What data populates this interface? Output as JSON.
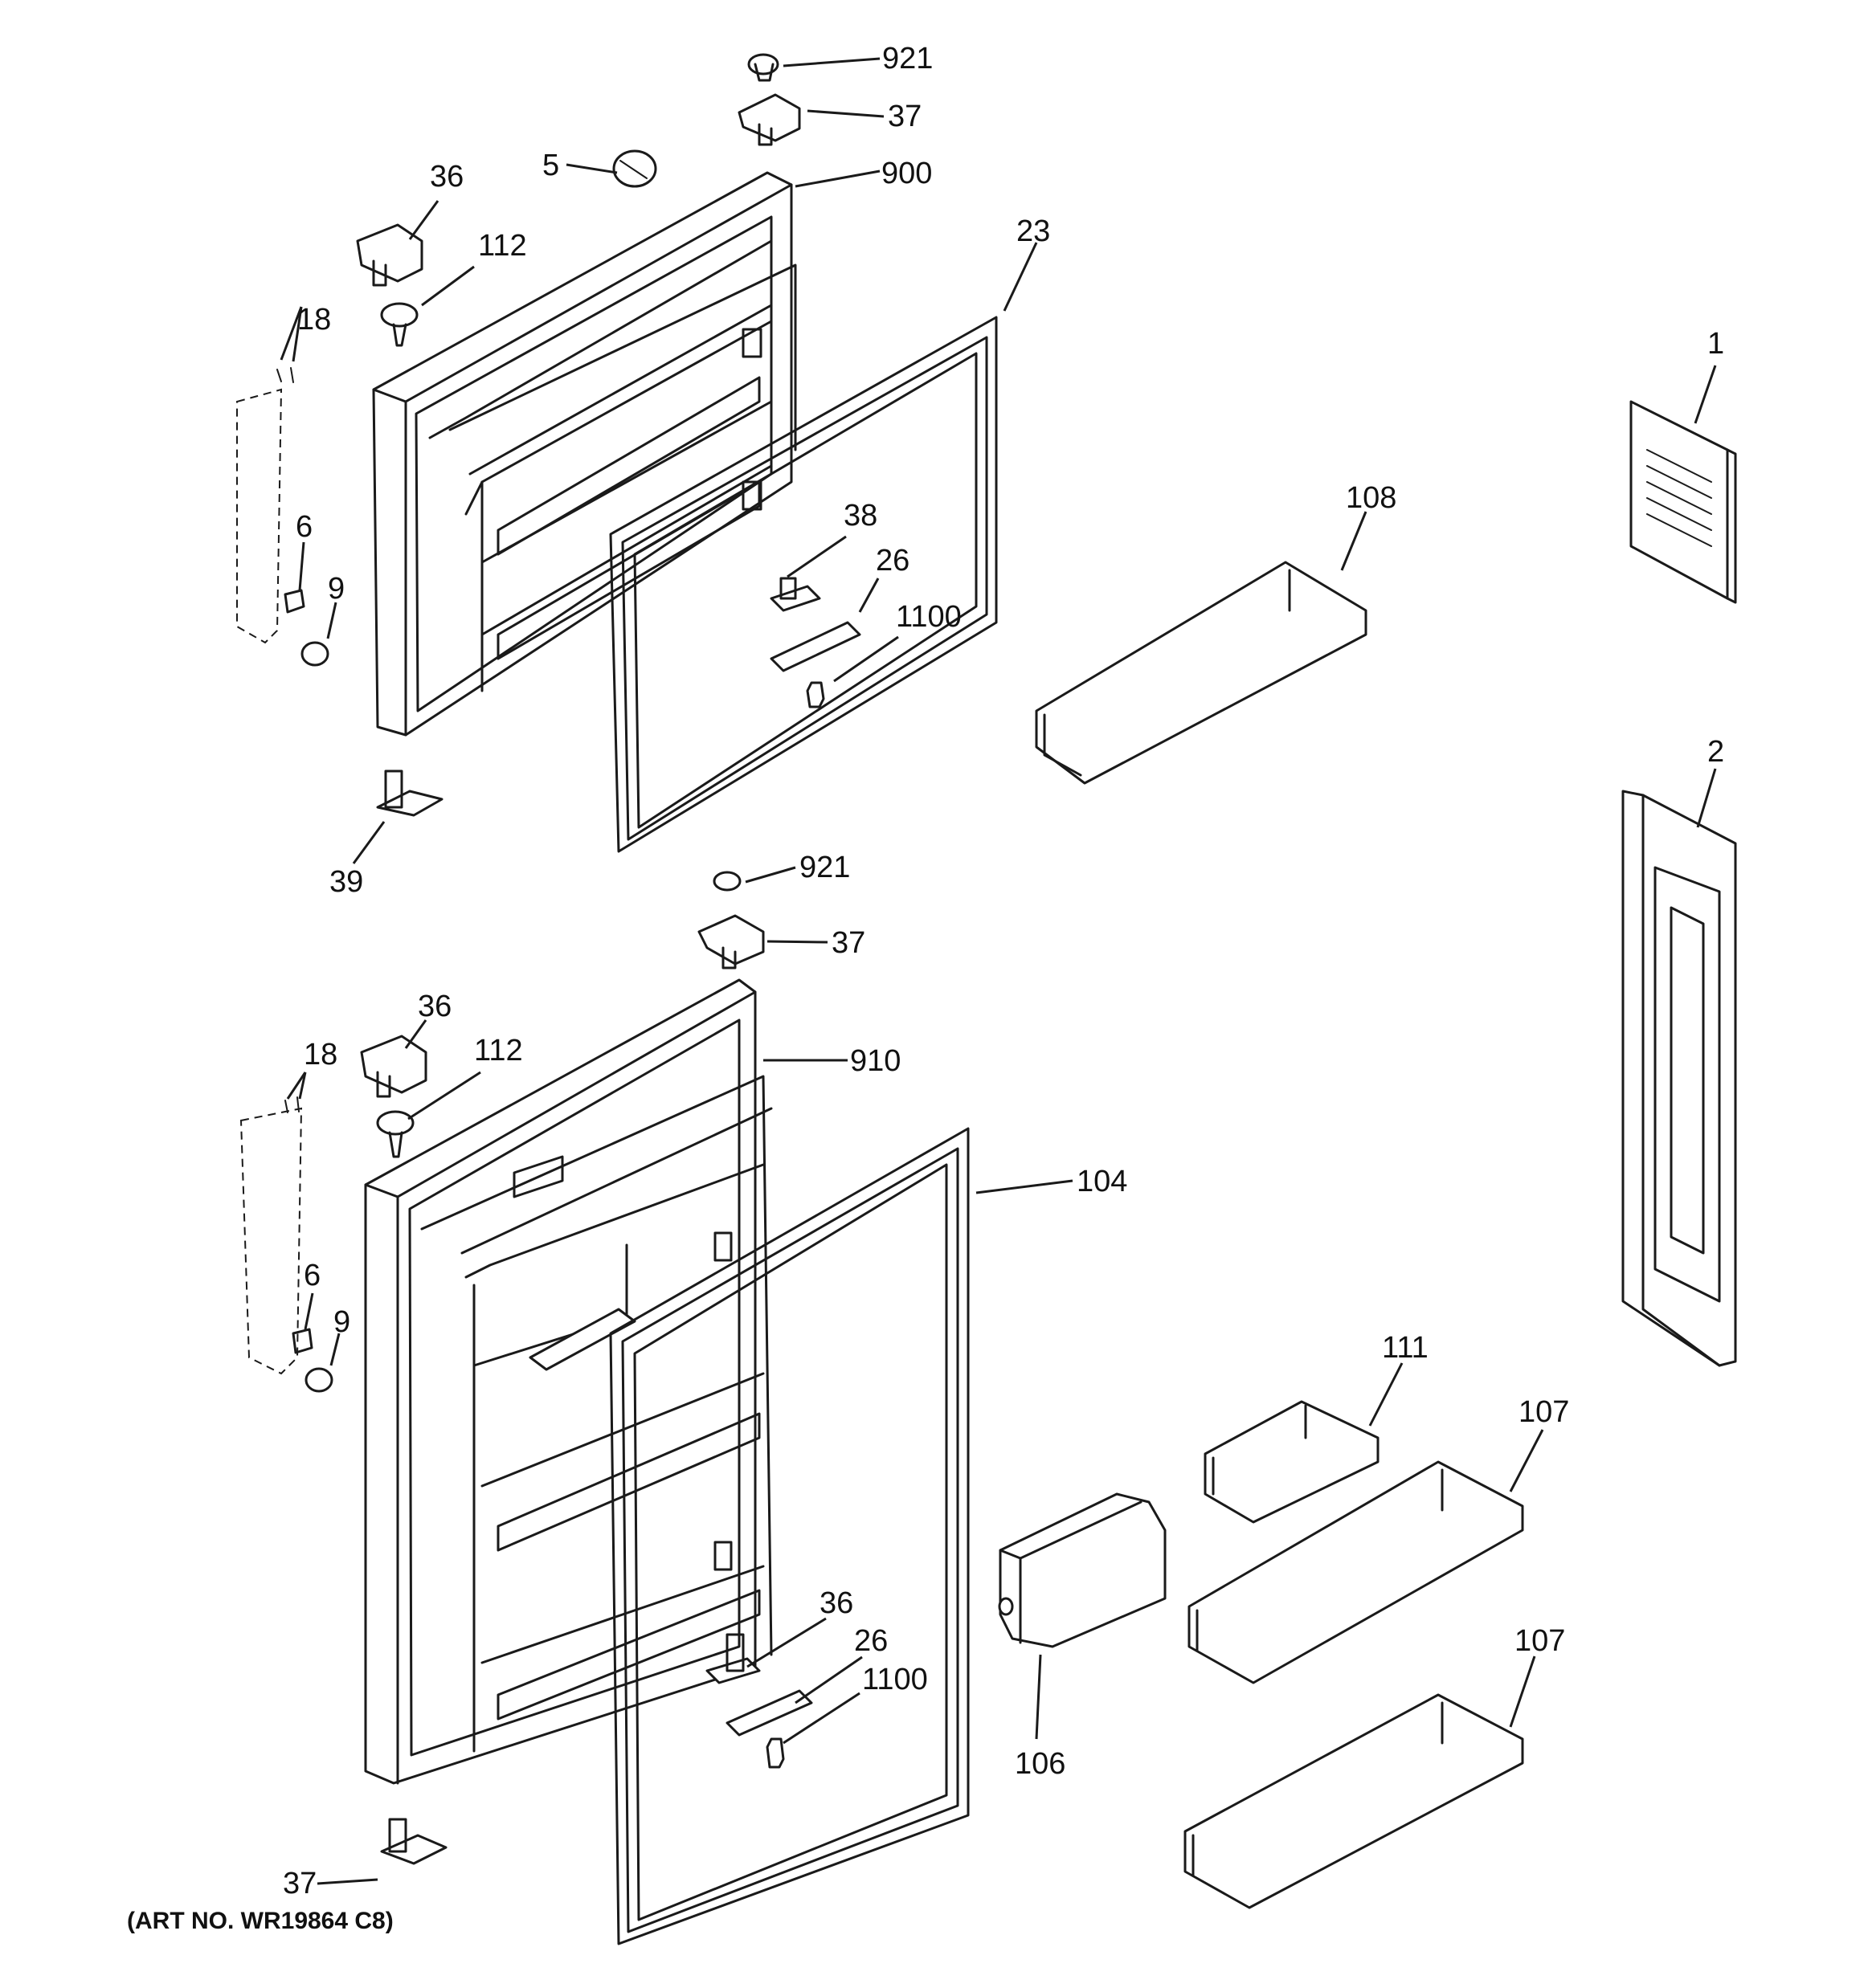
{
  "art_number": "(ART NO. WR19864 C8)",
  "callouts": [
    "921",
    "37",
    "5",
    "900",
    "36",
    "112",
    "23",
    "18",
    "1",
    "108",
    "38",
    "6",
    "26",
    "9",
    "1100",
    "2",
    "39",
    "921",
    "37",
    "36",
    "18",
    "112",
    "910",
    "104",
    "6",
    "9",
    "111",
    "107",
    "36",
    "26",
    "1100",
    "106",
    "107",
    "37"
  ]
}
